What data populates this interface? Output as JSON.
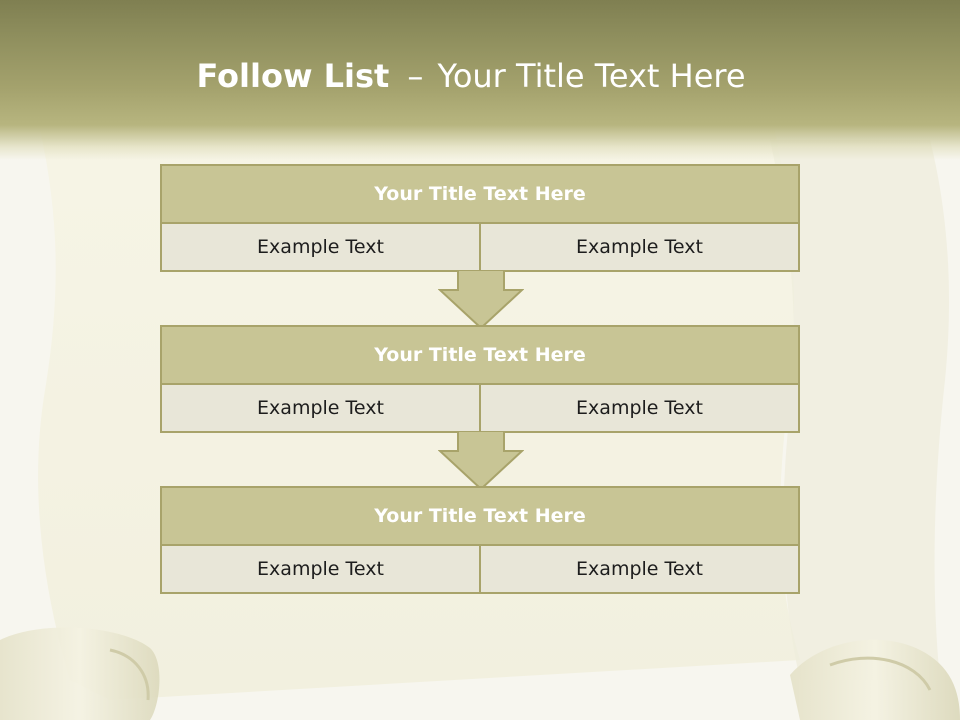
{
  "slide": {
    "title_bold": "Follow List",
    "title_separator": "–",
    "title_rest": "Your Title Text Here"
  },
  "blocks": [
    {
      "title": "Your Title Text Here",
      "cells": [
        "Example Text",
        "Example Text"
      ]
    },
    {
      "title": "Your Title Text Here",
      "cells": [
        "Example Text",
        "Example Text"
      ]
    },
    {
      "title": "Your Title Text Here",
      "cells": [
        "Example Text",
        "Example Text"
      ]
    }
  ],
  "colors": {
    "header_band": "#8e8e5d",
    "block_header": "#c8c595",
    "block_cell": "#e8e6d8",
    "border": "#a8a36a",
    "arrow_fill": "#c8c595"
  },
  "icons": [
    "down-arrow-icon",
    "down-arrow-icon",
    "scroll-curl-icon",
    "scroll-curl-icon"
  ]
}
